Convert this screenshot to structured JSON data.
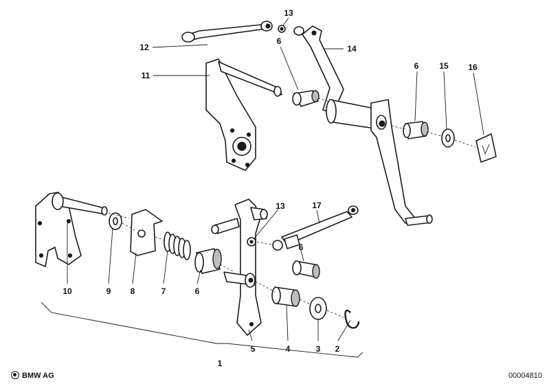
{
  "callouts": {
    "c1": "1",
    "c2": "2",
    "c3": "3",
    "c4": "4",
    "c5": "5",
    "c6a": "6",
    "c6b": "6",
    "c6c": "6",
    "c6d": "6",
    "c7": "7",
    "c8": "8",
    "c9": "9",
    "c10": "10",
    "c11": "11",
    "c12": "12",
    "c13a": "13",
    "c13b": "13",
    "c14": "14",
    "c15": "15",
    "c16": "16",
    "c17": "17"
  },
  "footer": {
    "copyright": "BMW AG",
    "document_number": "00004810"
  }
}
